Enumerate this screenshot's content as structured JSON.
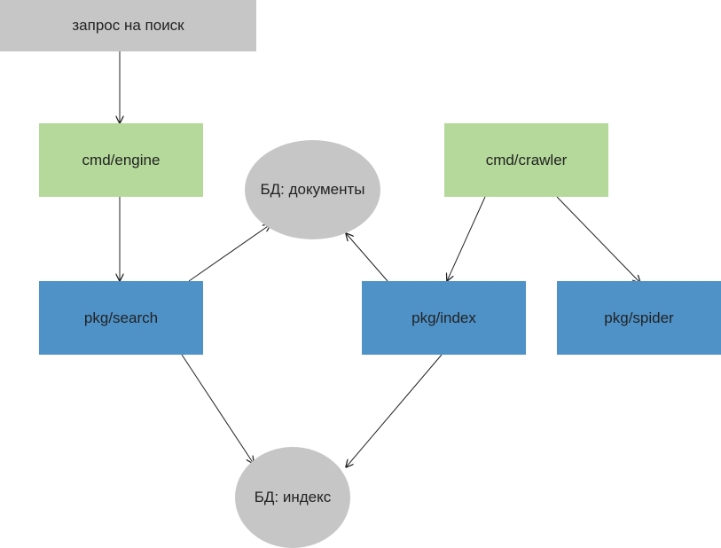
{
  "nodes": {
    "query": {
      "label": "запрос на поиск",
      "color": "#c6c6c6"
    },
    "cmd_engine": {
      "label": "cmd/engine",
      "color": "#b4d99a"
    },
    "cmd_crawler": {
      "label": "cmd/crawler",
      "color": "#b4d99a"
    },
    "db_documents": {
      "label": "БД: документы",
      "color": "#c6c6c6"
    },
    "pkg_search": {
      "label": "pkg/search",
      "color": "#4f92c8"
    },
    "pkg_index": {
      "label": "pkg/index",
      "color": "#4f92c8"
    },
    "pkg_spider": {
      "label": "pkg/spider",
      "color": "#4f92c8"
    },
    "db_index": {
      "label": "БД: индекс",
      "color": "#c6c6c6"
    }
  },
  "edges": [
    {
      "from": "query",
      "to": "cmd_engine"
    },
    {
      "from": "cmd_engine",
      "to": "pkg_search"
    },
    {
      "from": "pkg_search",
      "to": "db_documents"
    },
    {
      "from": "pkg_search",
      "to": "db_index"
    },
    {
      "from": "pkg_index",
      "to": "db_documents"
    },
    {
      "from": "pkg_index",
      "to": "db_index"
    },
    {
      "from": "cmd_crawler",
      "to": "pkg_index"
    },
    {
      "from": "cmd_crawler",
      "to": "pkg_spider"
    }
  ],
  "edge_color": "#222222"
}
